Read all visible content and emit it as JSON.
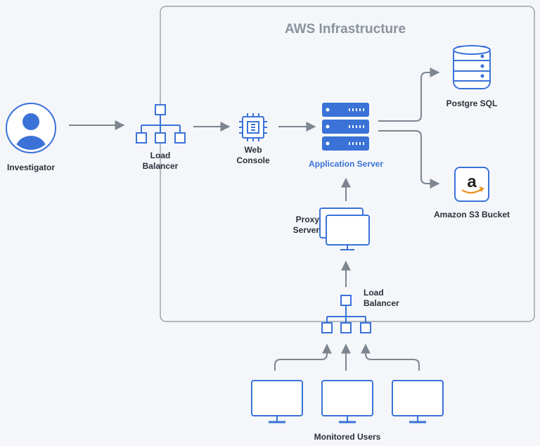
{
  "diagram": {
    "container_title": "AWS Infrastructure",
    "nodes": {
      "investigator": "Investigator",
      "load_balancer_top_line1": "Load",
      "load_balancer_top_line2": "Balancer",
      "web_console_line1": "Web",
      "web_console_line2": "Console",
      "application_server": "Application Server",
      "postgre_sql": "Postgre SQL",
      "amazon_s3_bucket": "Amazon S3 Bucket",
      "proxy_server_line1": "Proxy",
      "proxy_server_line2": "Server",
      "load_balancer_bottom_line1": "Load",
      "load_balancer_bottom_line2": "Balancer",
      "monitored_users": "Monitored Users"
    },
    "colors": {
      "icon_blue": "#3a72d8",
      "arrow_gray": "#7d8590",
      "container_border": "#9aa3ad"
    }
  }
}
